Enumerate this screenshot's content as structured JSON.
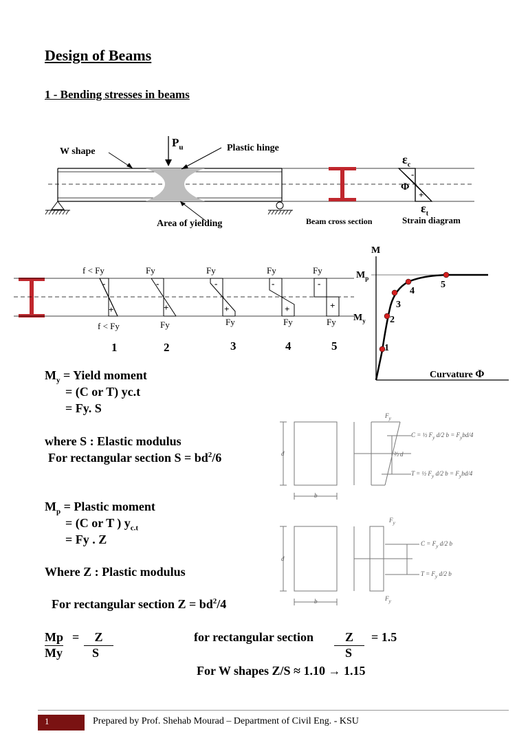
{
  "title": "Design of Beams",
  "section": "1 - Bending stresses in beams",
  "beam_fig": {
    "w_shape": "W shape",
    "pu": "P",
    "pu_sub": "u",
    "plastic_hinge": "Plastic hinge",
    "area_yielding": "Area of yielding",
    "cross_section": "Beam cross section",
    "strain_diagram": "Strain diagram",
    "eps": "ε",
    "eps_c": "c",
    "eps_t": "t",
    "phi": "Φ",
    "minus": "-",
    "plus": "+"
  },
  "stress_fig": {
    "top_labels": [
      "f < Fy",
      "Fy",
      "Fy",
      "Fy",
      "Fy"
    ],
    "bottom_labels": [
      "f < Fy",
      "Fy",
      "Fy",
      "Fy",
      "Fy"
    ],
    "numbers": [
      "1",
      "2",
      "3",
      "4",
      "5"
    ],
    "minus": "-",
    "plus": "+"
  },
  "mphi_fig": {
    "m_axis": "M",
    "mp": "M",
    "mp_sub": "p",
    "my": "M",
    "my_sub": "y",
    "curvature": "Curvature",
    "phi": "Φ",
    "points": [
      "1",
      "2",
      "3",
      "4",
      "5"
    ]
  },
  "my_block": {
    "line1_main": "M",
    "line1_sub": "y",
    "line1_rest": " = Yield moment",
    "line2": "= (C or T) yc.t",
    "line3": "=  Fy.  S",
    "line4": "where S  : Elastic modulus",
    "line5_pre": "For rectangular section S = bd",
    "line5_sup": "2",
    "line5_post": "/6"
  },
  "mp_block": {
    "line1_main": "M",
    "line1_sub": "p",
    "line1_rest": " = Plastic moment",
    "line2_pre": "= (C or T ) y",
    "line2_sub": "c.t",
    "line3": "=   Fy .  Z",
    "line4": "Where Z : Plastic modulus",
    "line5_pre": "For rectangular section Z = bd",
    "line5_sup": "2",
    "line5_post": "/4"
  },
  "rect_fig1": {
    "fy": "F",
    "fy_sub": "y",
    "d": "d",
    "d2": "2",
    "b": "b",
    "c_eq": "C = ½ F",
    "c_rest": "y",
    "c_frac": "d",
    "c_frac_den": "2",
    "c_b": "b =",
    "c_res": "F",
    "c_res_sub": "y",
    "c_res_num": "bd",
    "c_res_den": "4",
    "t_eq": "T = ½ F",
    "two_thirds": "⅔ d"
  },
  "rect_fig2": {
    "fy": "F",
    "fy_sub": "y",
    "d": "d",
    "d2": "2",
    "b": "b",
    "c_eq": "C = F",
    "t_eq": "T = F",
    "d_over": "d",
    "two": "2",
    "bb": "b"
  },
  "ratio": {
    "mp": "Mp",
    "eq": "=",
    "z": "Z",
    "my": "My",
    "s": "S",
    "rect_text": "for rectangular section",
    "rect_z": "Z",
    "rect_s": "S",
    "rect_val": "= 1.5",
    "w_text": "For W shapes  Z/S",
    "approx": "≈",
    "w_val": "1.10 → 1.15"
  },
  "footer": {
    "page": "1",
    "text": "Prepared by Prof. Shehab Mourad – Department of Civil Eng. - KSU"
  },
  "colors": {
    "accent": "#c0272d",
    "footer_bar": "#7a1212",
    "point": "#d42020"
  }
}
